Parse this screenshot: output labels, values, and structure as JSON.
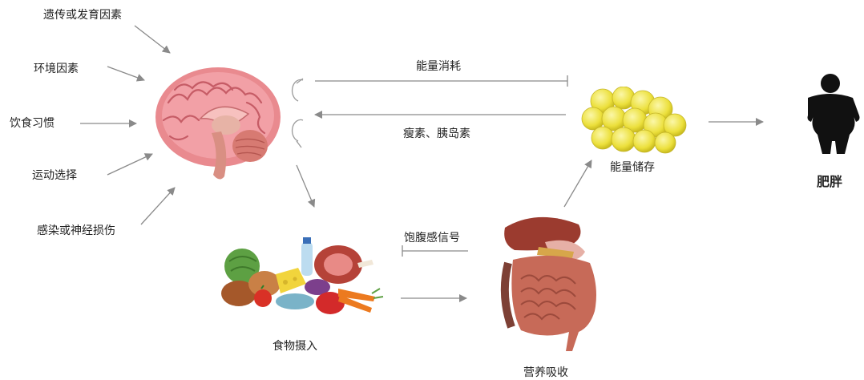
{
  "factors": {
    "genetic": "遗传或发育因素",
    "environment": "环境因素",
    "diet": "饮食习惯",
    "exercise": "运动选择",
    "infection": "感染或神经损伤"
  },
  "edges": {
    "energy_expenditure": "能量消耗",
    "leptin_insulin": "瘦素、胰岛素",
    "satiety_signal": "饱腹感信号"
  },
  "nodes": {
    "energy_storage": "能量储存",
    "obesity": "肥胖",
    "food_intake": "食物摄入",
    "digestion": "营养吸收"
  }
}
